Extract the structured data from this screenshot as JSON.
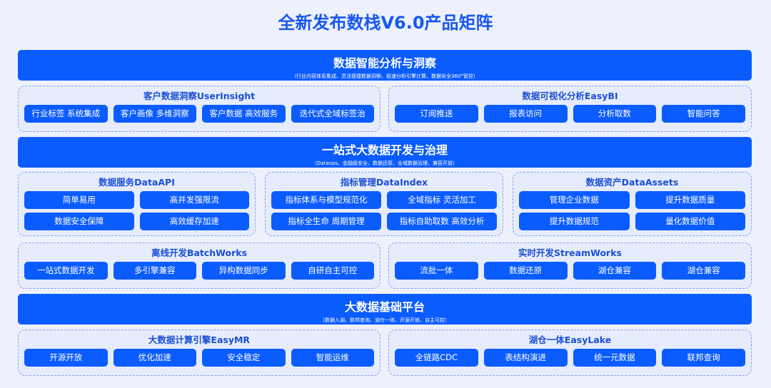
{
  "title": "全新发布数栈V6.0产品矩阵",
  "bands": [
    {
      "title": "数据智能分析与洞察",
      "subtitle": "（行业内容体系集成、灵活便捷数据洞察、极速分析引擎计算、数据安全360°管控）"
    },
    {
      "title": "一站式大数据开发与治理",
      "subtitle": "（Dataops、金融级安全、数据还原、全域数据治理、兼容开放）"
    },
    {
      "title": "大数据基础平台",
      "subtitle": "（数据入湖、联邦查询、湖仓一体、开源开放、自主可控）"
    }
  ],
  "boxes": [
    {
      "title": "客户数据洞察UserInsight",
      "items": [
        "行业标签  系统集成",
        "客户画像  多维洞察",
        "客户数据  高效服务",
        "迭代式全域标签治"
      ]
    },
    {
      "title": "数据可视化分析EasyBI",
      "items": [
        "订阅推送",
        "报表访问",
        "分析取数",
        "智能问答"
      ]
    },
    {
      "title": "数据服务DataAPI",
      "items": [
        "简单易用",
        "高并发强限流",
        "数据安全保障",
        "高效缓存加速"
      ]
    },
    {
      "title": "指标管理DataIndex",
      "items": [
        "指标体系与模型规范化",
        "全域指标  灵活加工",
        "指标全生命  周期管理",
        "指标自助取数 高效分析"
      ]
    },
    {
      "title": "数据资产DataAssets",
      "items": [
        "管理企业数据",
        "提升数据质量",
        "提升数据规范",
        "量化数据价值"
      ]
    },
    {
      "title": "离线开发BatchWorks",
      "items": [
        "一站式数据开发",
        "多引擎兼容",
        "异构数据同步",
        "自研自主可控"
      ]
    },
    {
      "title": "实时开发StreamWorks",
      "items": [
        "流批一体",
        "数据还原",
        "湖仓兼容",
        "湖仓兼容"
      ]
    },
    {
      "title": "大数据计算引擎EasyMR",
      "items": [
        "开源开放",
        "优化加速",
        "安全稳定",
        "智能运维"
      ]
    },
    {
      "title": "湖仓一体EasyLake",
      "items": [
        "全链路CDC",
        "表结构演进",
        "统一元数据",
        "联邦查询"
      ]
    }
  ]
}
